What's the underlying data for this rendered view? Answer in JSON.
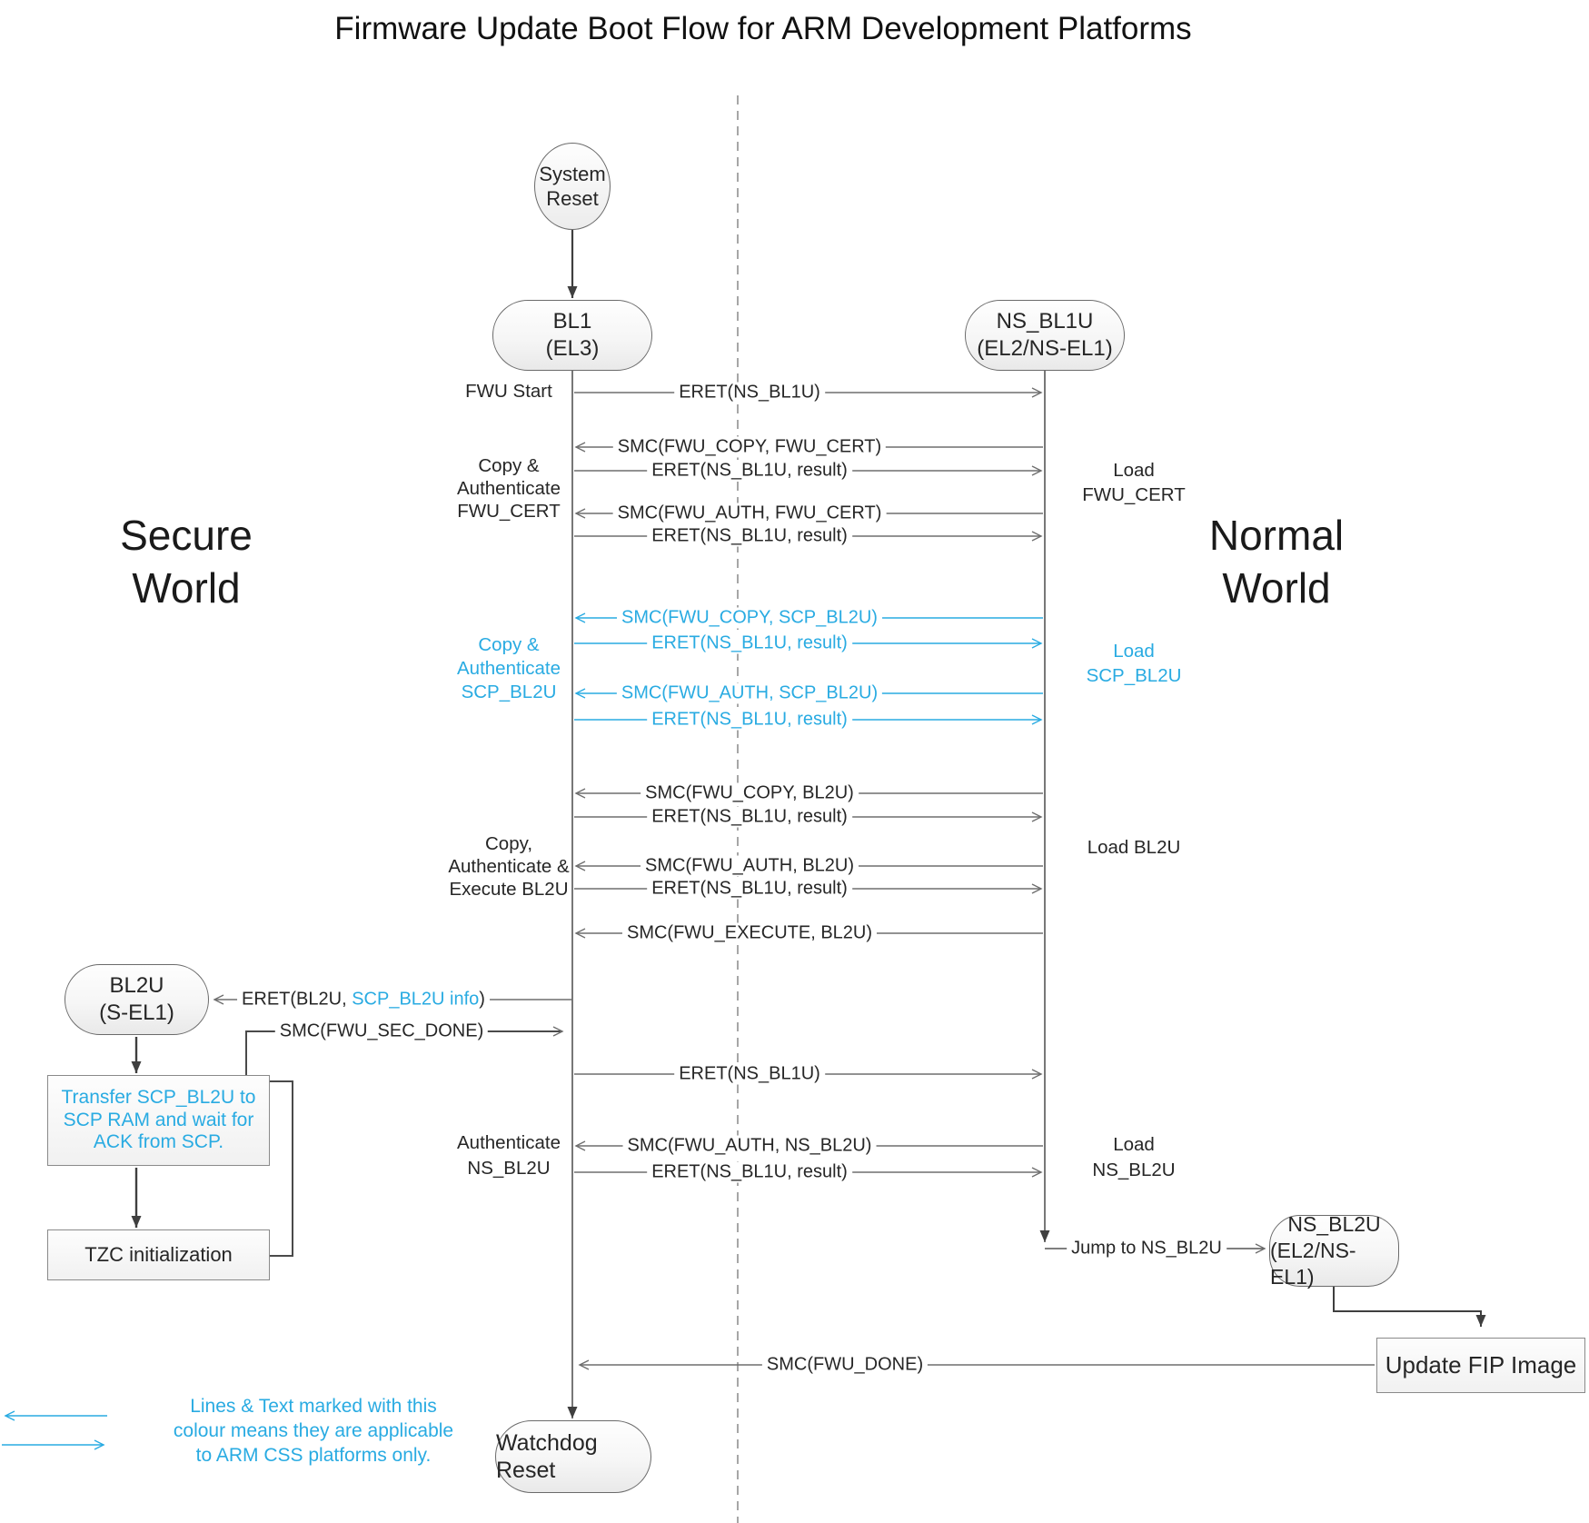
{
  "title": "Firmware Update Boot Flow for ARM Development Platforms",
  "colors": {
    "accent_blue": "#29ABE2",
    "line_gray": "#6e6e6e",
    "flow_dark": "#3f3f3f"
  },
  "worlds": {
    "secure": {
      "line1": "Secure",
      "line2": "World"
    },
    "normal": {
      "line1": "Normal",
      "line2": "World"
    }
  },
  "nodes": {
    "system_reset": {
      "line1": "System",
      "line2": "Reset"
    },
    "bl1": {
      "line1": "BL1",
      "line2": "(EL3)"
    },
    "ns_bl1u": {
      "line1": "NS_BL1U",
      "line2": "(EL2/NS-EL1)"
    },
    "bl2u": {
      "line1": "BL2U",
      "line2": "(S-EL1)"
    },
    "ns_bl2u": {
      "line1": "NS_BL2U",
      "line2": "(EL2/NS-EL1)"
    },
    "transfer_scp": {
      "line1": "Transfer SCP_BL2U to",
      "line2": "SCP RAM and wait for",
      "line3": "ACK from SCP."
    },
    "tzc": {
      "label": "TZC initialization"
    },
    "update_fip": {
      "label": "Update FIP Image"
    },
    "watchdog": {
      "label": "Watchdog Reset"
    }
  },
  "messages": [
    {
      "label": "ERET(NS_BL1U)",
      "direction": "right",
      "color": "black"
    },
    {
      "label": "SMC(FWU_COPY, FWU_CERT)",
      "direction": "left",
      "color": "black"
    },
    {
      "label": "ERET(NS_BL1U, result)",
      "direction": "right",
      "color": "black"
    },
    {
      "label": "SMC(FWU_AUTH, FWU_CERT)",
      "direction": "left",
      "color": "black"
    },
    {
      "label": "ERET(NS_BL1U, result)",
      "direction": "right",
      "color": "black"
    },
    {
      "label": "SMC(FWU_COPY, SCP_BL2U)",
      "direction": "left",
      "color": "blue"
    },
    {
      "label": "ERET(NS_BL1U, result)",
      "direction": "right",
      "color": "blue"
    },
    {
      "label": "SMC(FWU_AUTH, SCP_BL2U)",
      "direction": "left",
      "color": "blue"
    },
    {
      "label": "ERET(NS_BL1U, result)",
      "direction": "right",
      "color": "blue"
    },
    {
      "label": "SMC(FWU_COPY, BL2U)",
      "direction": "left",
      "color": "black"
    },
    {
      "label": "ERET(NS_BL1U, result)",
      "direction": "right",
      "color": "black"
    },
    {
      "label": "SMC(FWU_AUTH, BL2U)",
      "direction": "left",
      "color": "black"
    },
    {
      "label": "ERET(NS_BL1U, result)",
      "direction": "right",
      "color": "black"
    },
    {
      "label": "SMC(FWU_EXECUTE, BL2U)",
      "direction": "left",
      "color": "black"
    },
    {
      "label": "ERET(NS_BL1U)",
      "direction": "right",
      "color": "black"
    },
    {
      "label": "SMC(FWU_AUTH, NS_BL2U)",
      "direction": "left",
      "color": "black"
    },
    {
      "label": "ERET(NS_BL1U, result)",
      "direction": "right",
      "color": "black"
    },
    {
      "label": "SMC(FWU_DONE)",
      "direction": "left",
      "color": "black"
    }
  ],
  "side_labels": {
    "fwu_start": [
      "FWU Start"
    ],
    "copy_auth_fwu_cert": [
      "Copy &",
      "Authenticate",
      "FWU_CERT"
    ],
    "copy_auth_scp_bl2u": [
      "Copy &",
      "Authenticate",
      "SCP_BL2U"
    ],
    "copy_auth_exec_bl2u": [
      "Copy,",
      "Authenticate &",
      "Execute BL2U"
    ],
    "auth_ns_bl2u": [
      "Authenticate",
      "NS_BL2U"
    ],
    "load_fwu_cert": [
      "Load",
      "FWU_CERT"
    ],
    "load_scp_bl2u": [
      "Load",
      "SCP_BL2U"
    ],
    "load_bl2u": [
      "Load BL2U"
    ],
    "load_ns_bl2u": [
      "Load",
      "NS_BL2U"
    ]
  },
  "annotations": {
    "jump_label": "Jump to NS_BL2U",
    "eret_bl2u": {
      "prefix": "ERET(BL2U, ",
      "blue": "SCP_BL2U info",
      "suffix": ")"
    },
    "smc_sec_done": "SMC(FWU_SEC_DONE)"
  },
  "legend": {
    "line1": "Lines & Text marked with this",
    "line2": "colour means they are applicable",
    "line3": "to ARM CSS platforms only."
  }
}
